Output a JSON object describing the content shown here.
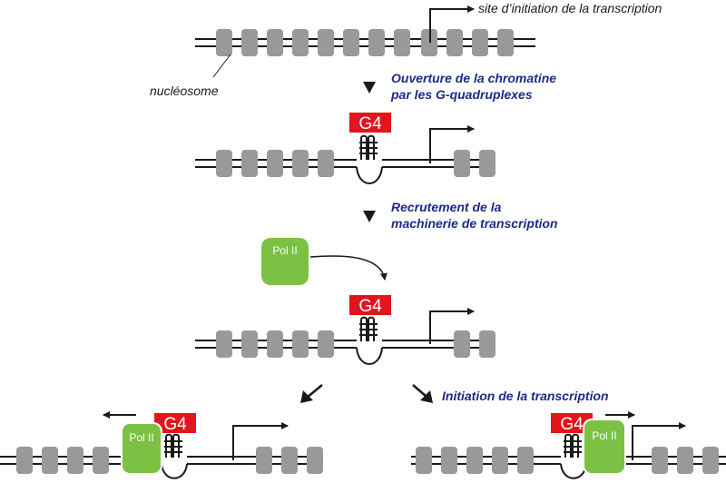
{
  "labels": {
    "tss": "site d’initiation de la transcription",
    "nucleosome": "nucléosome"
  },
  "steps": {
    "opening_line1": "Ouverture de la chromatine",
    "opening_line2": "par les G-quadruplexes",
    "recruit_line1": "Recrutement de la",
    "recruit_line2": "machinerie de transcription",
    "initiation": "Initiation de la transcription"
  },
  "g4_label": "G4",
  "pol_label": "Pol II",
  "colors": {
    "nucleosome": "#999999",
    "g4": "#e3141e",
    "pol": "#7cc143",
    "step_text": "#1f2a8a",
    "dna": "#1a1a1a"
  }
}
